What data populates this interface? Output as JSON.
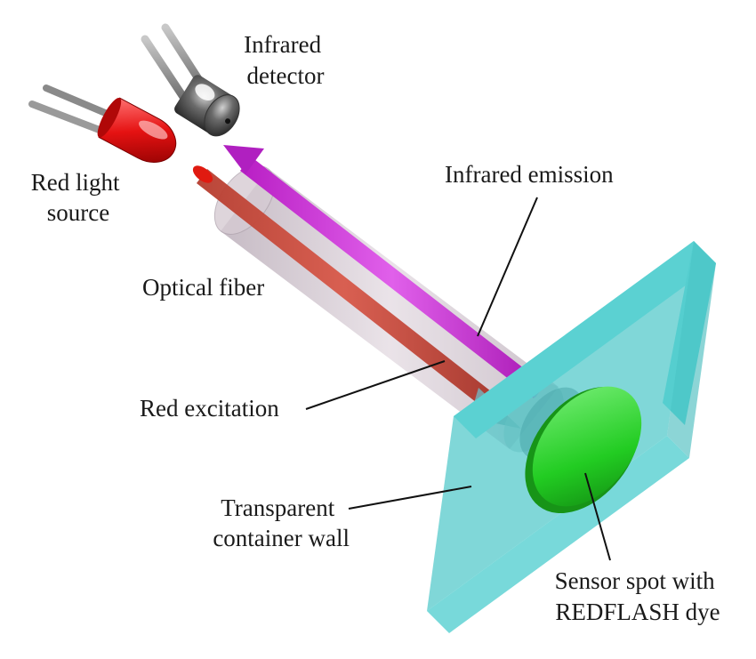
{
  "labels": {
    "infrared_detector": [
      "Infrared",
      "detector"
    ],
    "red_light_source": [
      "Red light",
      "source"
    ],
    "infrared_emission": "Infrared emission",
    "optical_fiber": "Optical fiber",
    "red_excitation": "Red excitation",
    "container_wall": [
      "Transparent",
      "container wall"
    ],
    "sensor_spot": [
      "Sensor spot with",
      "REDFLASH dye"
    ]
  },
  "colors": {
    "red_light": "#e01010",
    "infrared": "#c020c8",
    "fiber": "#cfc3cb",
    "wall": "#5ad8d8",
    "sensor_spot": "#22cc22",
    "detector": "#555555"
  }
}
